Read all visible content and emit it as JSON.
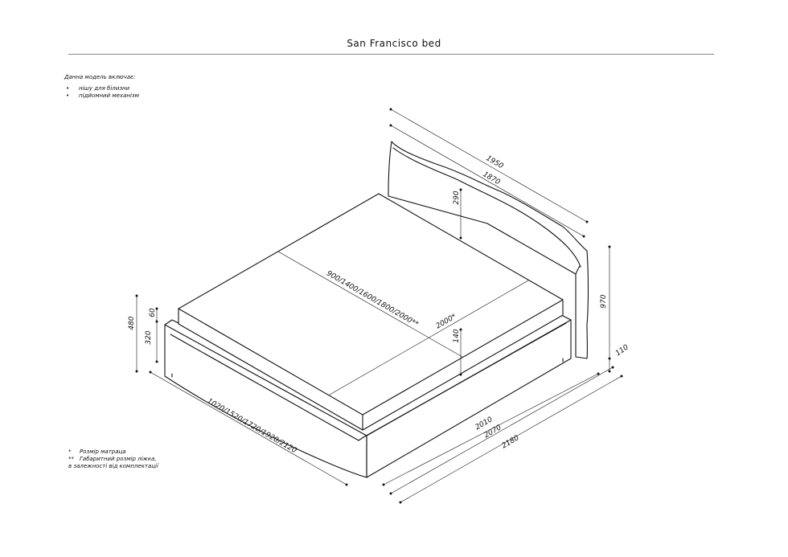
{
  "title": "San Francisco bed",
  "includes": {
    "label": "Данна модель включає:",
    "items": [
      "нішу для білизни",
      "підйомний механізм"
    ]
  },
  "notes": [
    {
      "mark": "*",
      "text": "Розмір матраца"
    },
    {
      "mark": "**",
      "text": "Габаритний розмір ліжка,"
    },
    {
      "mark": "",
      "text": "в залежності від комплектації"
    }
  ],
  "dimensions": {
    "d1950": "1950",
    "d1870": "1870",
    "d290": "290",
    "d970": "970",
    "d110": "110",
    "d480": "480",
    "d60": "60",
    "d320": "320",
    "d140": "140",
    "mattress_width": "900/1400/1600/1800/2000**",
    "mattress_length": "2000*",
    "bed_width": "1020/1520/1720/1920/2120",
    "d2010": "2010",
    "d2070": "2070",
    "d2180": "2180"
  }
}
